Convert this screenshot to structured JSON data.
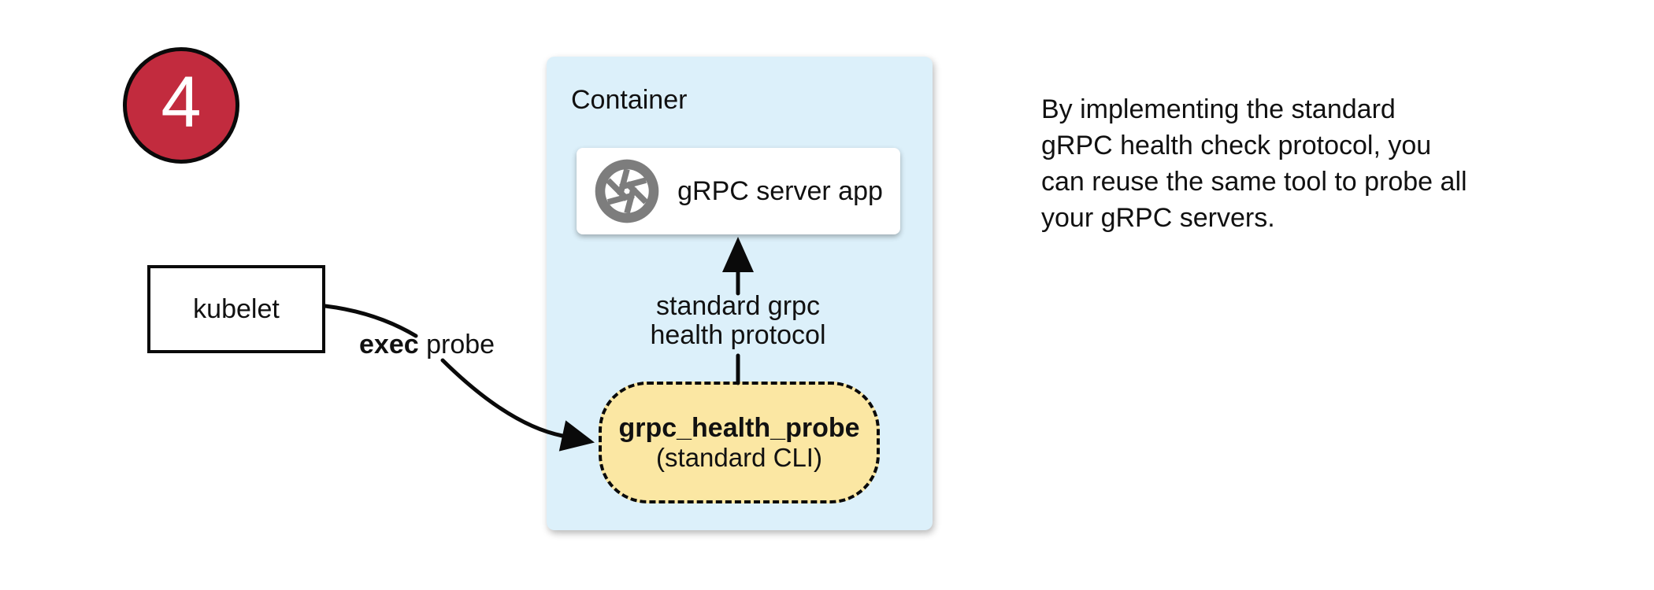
{
  "badge": {
    "number": "4"
  },
  "kubelet": {
    "label": "kubelet"
  },
  "exec_label": {
    "bold": "exec",
    "rest": " probe"
  },
  "container": {
    "title": "Container",
    "server_app": {
      "label": "gRPC server app",
      "icon": "aperture-icon"
    },
    "protocol_arrow": {
      "line1": "standard grpc",
      "line2": "health protocol"
    },
    "health_probe": {
      "title": "grpc_health_probe",
      "subtitle": "(standard CLI)"
    }
  },
  "note": {
    "lines": [
      "By implementing the standard",
      "gRPC health check protocol, you",
      "can reuse the same tool to probe all",
      "your gRPC servers."
    ]
  },
  "colors": {
    "badge_fill": "#C22B3E",
    "container_fill": "#DCF0FA",
    "probe_fill": "#FBE7A3",
    "icon_gray": "#7D7D7D",
    "stroke": "#0a0a0a"
  }
}
